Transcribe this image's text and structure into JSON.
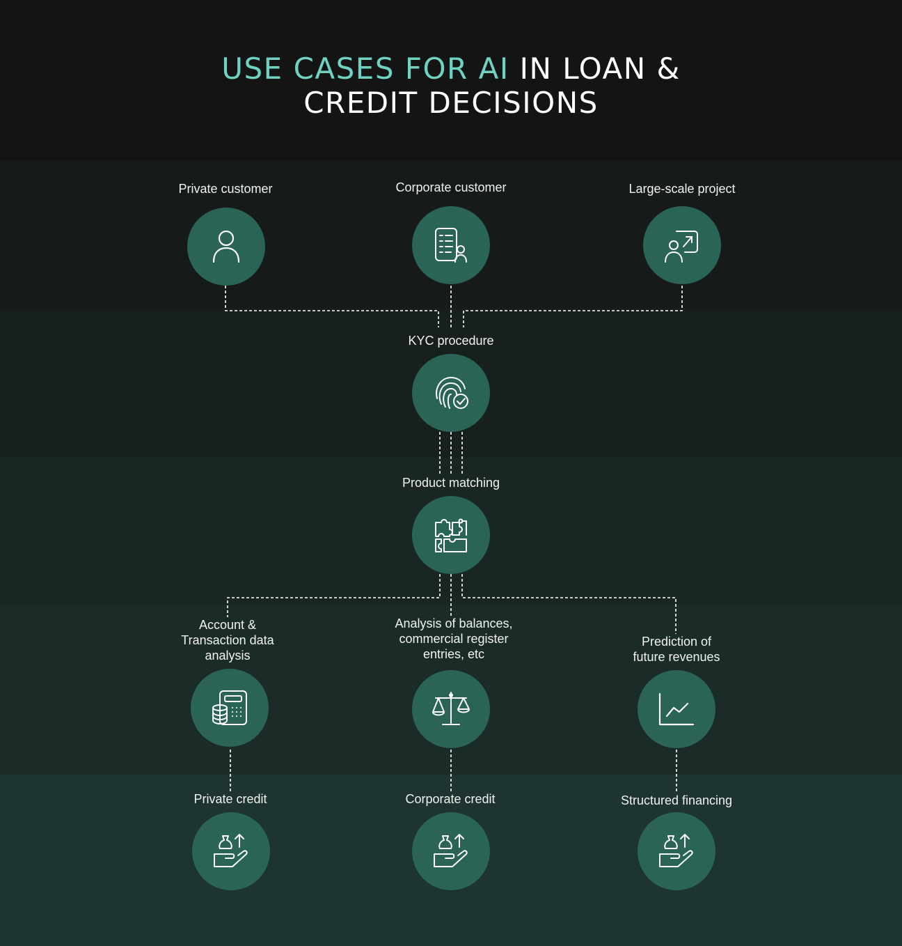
{
  "title": {
    "accent": "USE CASES FOR AI",
    "rest_line1": "IN LOAN &",
    "line2": "CREDIT DECISIONS"
  },
  "colors": {
    "accent": "#6fd3c4",
    "node": "#2a6457",
    "background_top": "#141414",
    "background_bottom": "#1d3430",
    "connector": "#ffffff"
  },
  "top_row": [
    {
      "label": "Private customer",
      "icon": "person-icon"
    },
    {
      "label": "Corporate customer",
      "icon": "document-person-icon"
    },
    {
      "label": "Large-scale project",
      "icon": "presentation-growth-icon"
    }
  ],
  "kyc": {
    "label": "KYC procedure",
    "icon": "fingerprint-check-icon"
  },
  "matching": {
    "label": "Product matching",
    "icon": "puzzle-pieces-icon"
  },
  "analysis": [
    {
      "label_lines": [
        "Account &",
        "Transaction data",
        "analysis"
      ],
      "icon": "calculator-coins-icon"
    },
    {
      "label_lines": [
        "Analysis of balances,",
        "commercial register",
        "entries, etc"
      ],
      "icon": "balance-scale-icon"
    },
    {
      "label_lines": [
        "Prediction of",
        "future revenues"
      ],
      "icon": "line-chart-icon"
    }
  ],
  "credit": [
    {
      "label": "Private credit",
      "icon": "hand-money-bag-icon"
    },
    {
      "label": "Corporate credit",
      "icon": "hand-money-bag-icon"
    },
    {
      "label": "Structured financing",
      "icon": "hand-money-bag-icon"
    }
  ]
}
